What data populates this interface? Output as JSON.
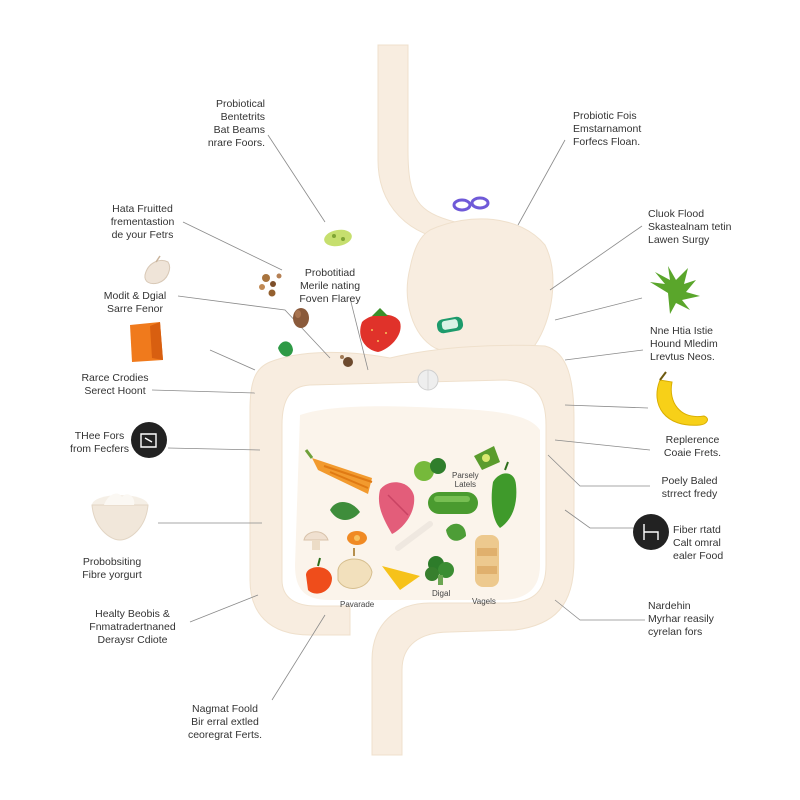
{
  "labels": [
    {
      "id": "probiotic-bacteria",
      "lines": [
        "Probiotical",
        "Bentetrits",
        "Bat Beams",
        "nrare Foors."
      ]
    },
    {
      "id": "probiotic-foods-top-right",
      "lines": [
        "Probiotic Fois",
        "Emstarnamont",
        "Forfecs Floan."
      ]
    },
    {
      "id": "fermented",
      "lines": [
        "Hata Fruitted",
        "frementastion",
        "de your Fetrs"
      ]
    },
    {
      "id": "probiotic-center",
      "lines": [
        "Probotitiad",
        "Merile nating",
        "Foven Flarey"
      ]
    },
    {
      "id": "clean-food",
      "lines": [
        "Cluok Flood",
        "Skastealnam tetin",
        "Lawen Surgy"
      ]
    },
    {
      "id": "medical-digital",
      "lines": [
        "Modit & Dgial",
        "Sarre Fenor"
      ]
    },
    {
      "id": "nine-little",
      "lines": [
        "Nne Htia Istie",
        "Hound Mledim",
        "Lrevtus Neos."
      ]
    },
    {
      "id": "range-crudies",
      "lines": [
        "Rarce Crodies",
        "Serect Hoont"
      ]
    },
    {
      "id": "three-fords",
      "lines": [
        "THee Fors",
        "from Fecfers"
      ]
    },
    {
      "id": "replerence",
      "lines": [
        "Replerence",
        "Coaie Frets."
      ]
    },
    {
      "id": "poely-bated",
      "lines": [
        "Poely Baled",
        "strrect fredy"
      ]
    },
    {
      "id": "probiotic-yogurt",
      "lines": [
        "Probobsiting",
        "Fibre yorgurt"
      ]
    },
    {
      "id": "fibre-rich",
      "lines": [
        "Fiber rtatd",
        "Calt omral",
        "ealer Food"
      ]
    },
    {
      "id": "healthy-seeds",
      "lines": [
        "Healty Beobis &",
        "Fnmatradertnaned",
        "Deraysr Cdiote"
      ]
    },
    {
      "id": "nardein",
      "lines": [
        "Nardehin",
        "Myrhar reasily",
        "cyrelan fors"
      ]
    },
    {
      "id": "nagmat-food",
      "lines": [
        "Nagmat Foold",
        "Bir erral extled",
        "ceoregrat Ferts."
      ]
    }
  ],
  "tiny_labels": {
    "parsley_latels": [
      "Parsely",
      "Latels"
    ],
    "pavanade": "Pavarade",
    "digal": "Digal",
    "vagels": "Vagels"
  },
  "colors": {
    "gut": "#f8ede0",
    "gut_edge": "#efe0cc",
    "leader": "#8a8a8a",
    "text": "#333333",
    "dark_badge": "#222222"
  }
}
